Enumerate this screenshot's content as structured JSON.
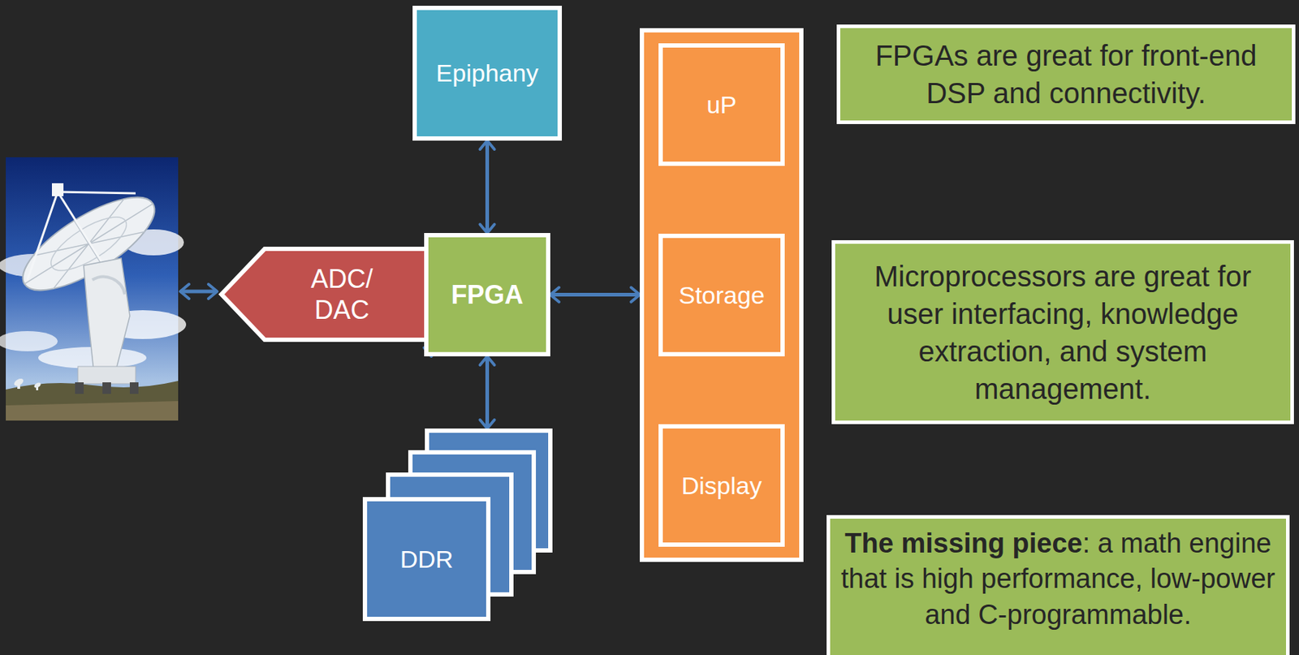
{
  "diagram": {
    "nodes": [
      {
        "text": [
          "ADC/ DAC"
        ]
      },
      {
        "text": [
          "Epiphany"
        ]
      },
      {
        "text": [
          "FPGA"
        ]
      },
      {
        "text": [
          "DDR"
        ]
      },
      {
        "text": []
      },
      {
        "text": [
          "uP"
        ],
        "in": 4
      },
      {
        "text": [
          "Storage"
        ],
        "in": 4
      },
      {
        "text": [
          "Display"
        ],
        "in": 4
      },
      {
        "text": [
          "FPGAs are great for front-end DSP and connectivity."
        ]
      },
      {
        "text": [
          "Microprocessors are great for user interfacing, knowledge extraction, and system management."
        ]
      },
      {
        "text": [
          "The missing piece",
          ": a math engine that is high performance, low-power and C-programmable."
        ]
      }
    ],
    "edges": [
      {
        "from": 0,
        "to": 2,
        "arrow": "both"
      },
      {
        "from": 2,
        "to": 1,
        "arrow": "both"
      },
      {
        "from": 2,
        "to": 3,
        "arrow": "both"
      },
      {
        "from": 2,
        "to": 4,
        "arrow": "both"
      }
    ]
  }
}
